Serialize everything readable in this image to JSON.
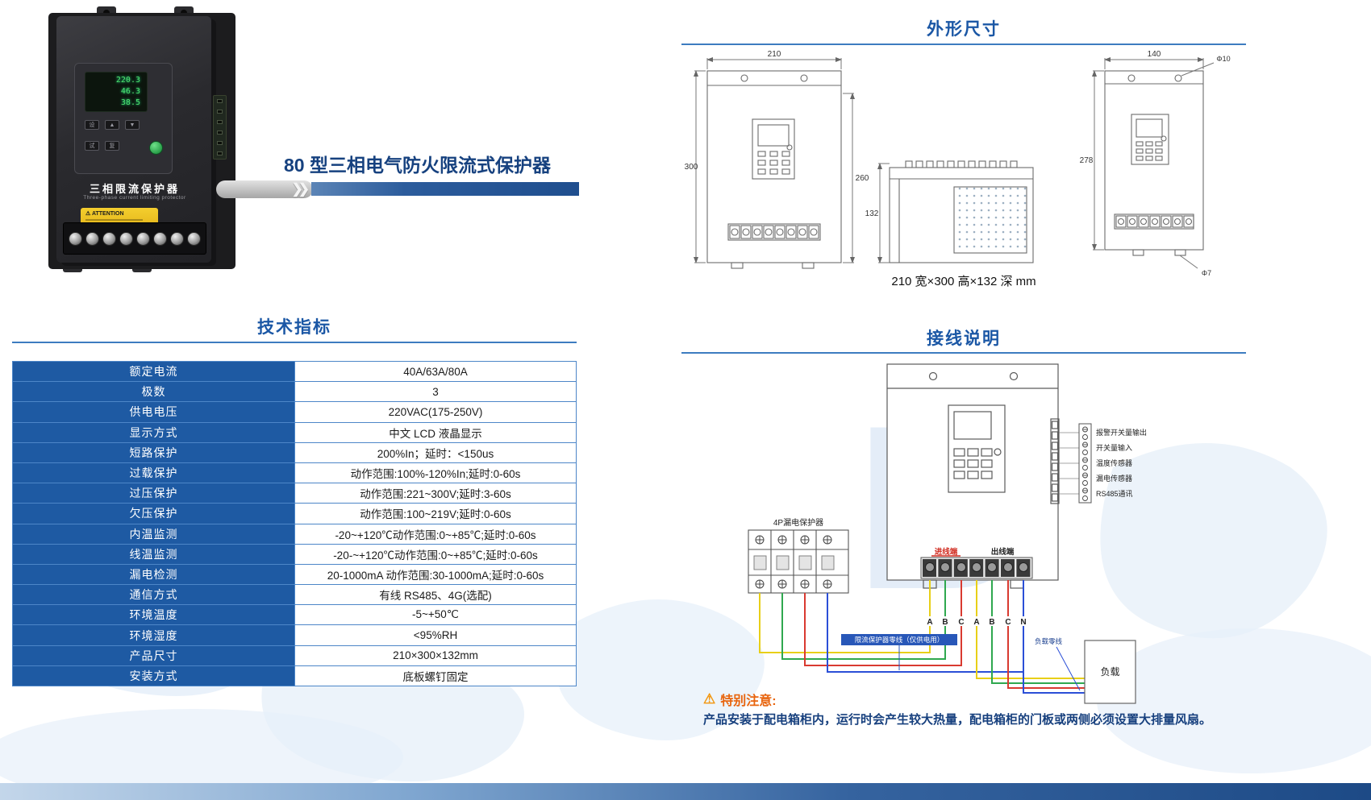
{
  "page": {
    "title_banner": "80 型三相电气防火限流式保护器"
  },
  "device_photo": {
    "label_cn": "三相限流保护器",
    "label_en": "Three-phase current limiting protector",
    "attention": "ATTENTION",
    "lcd_lines": [
      "220.3",
      "46.3",
      "38.5"
    ],
    "buttons_row1": [
      "设",
      "▲",
      "▼"
    ],
    "buttons_row2": [
      "试",
      "复"
    ]
  },
  "dimensions": {
    "heading": "外形尺寸",
    "caption": "210 宽×300 高×132 深 mm",
    "front": {
      "width": "210",
      "height": "300",
      "right_height": "260"
    },
    "side": {
      "depth_height": "132"
    },
    "back": {
      "width": "140",
      "height": "278",
      "hole_top": "Φ10",
      "hole_bottom": "Φ7"
    }
  },
  "specs": {
    "heading": "技术指标",
    "rows": [
      {
        "label": "额定电流",
        "value": "40A/63A/80A"
      },
      {
        "label": "极数",
        "value": "3"
      },
      {
        "label": "供电电压",
        "value": "220VAC(175-250V)"
      },
      {
        "label": "显示方式",
        "value": "中文 LCD 液晶显示"
      },
      {
        "label": "短路保护",
        "value": "200%In；延时：<150us"
      },
      {
        "label": "过载保护",
        "value": "动作范围:100%-120%In;延时:0-60s"
      },
      {
        "label": "过压保护",
        "value": "动作范围:221~300V;延时:3-60s"
      },
      {
        "label": "欠压保护",
        "value": "动作范围:100~219V;延时:0-60s"
      },
      {
        "label": "内温监测",
        "value": "-20~+120℃动作范围:0~+85℃;延时:0-60s"
      },
      {
        "label": "线温监测",
        "value": "-20-~+120℃动作范围:0~+85℃;延时:0-60s"
      },
      {
        "label": "漏电检测",
        "value": "20-1000mA 动作范围:30-1000mA;延时:0-60s"
      },
      {
        "label": "通信方式",
        "value": "有线 RS485、4G(选配)"
      },
      {
        "label": "环境温度",
        "value": "-5~+50℃"
      },
      {
        "label": "环境湿度",
        "value": "<95%RH"
      },
      {
        "label": "产品尺寸",
        "value": "210×300×132mm"
      },
      {
        "label": "安装方式",
        "value": "底板螺钉固定"
      }
    ]
  },
  "wiring": {
    "heading": "接线说明",
    "breaker_label": "4P漏电保护器",
    "inlet_label": "进线端",
    "outlet_label": "出线端",
    "io_labels": [
      "报警开关量输出",
      "开关量输入",
      "温度传感器",
      "漏电传感器",
      "RS485通讯"
    ],
    "phases": [
      "A",
      "B",
      "C",
      "A",
      "B",
      "C",
      "N"
    ],
    "neutral_label": "限流保护器零线（仅供电用）",
    "load_neutral_label": "负载零线",
    "load_label": "负载",
    "warning_title": "特别注意:",
    "warning_text": "产品安装于配电箱柜内，运行时会产生较大热量，配电箱柜的门板或两侧必须设置大排量风扇。"
  },
  "colors": {
    "accent_blue": "#1e5aa3",
    "heading_blue": "#1b57a5",
    "title_navy": "#16417f",
    "warning_orange": "#e8650f",
    "wire_a_yellow": "#e8cf18",
    "wire_b_green": "#2fa84f",
    "wire_c_red": "#d93a30",
    "wire_n_blue": "#2b4fd7"
  }
}
